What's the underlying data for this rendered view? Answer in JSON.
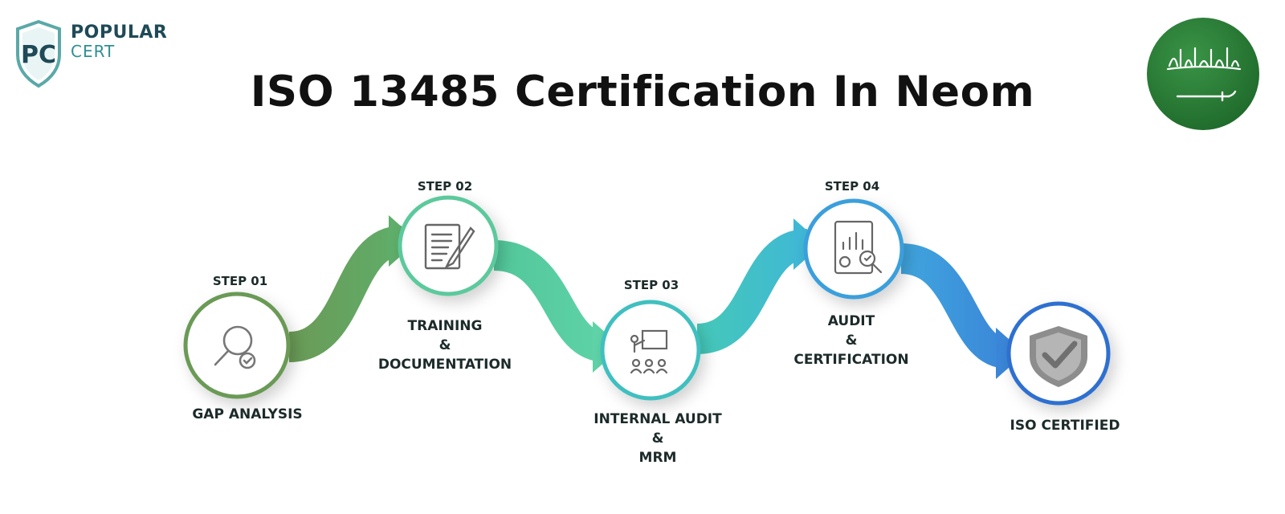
{
  "brand": {
    "line1": "POPULAR",
    "line2": "CERT",
    "monogram": "PC"
  },
  "title": "ISO 13485 Certification In Neom",
  "flag": {
    "country": "Saudi Arabia",
    "color": "#2e7d38"
  },
  "steps": [
    {
      "step": "STEP 01",
      "name1": "GAP ANALYSIS",
      "amp": "",
      "name2": "",
      "icon": "magnifier-check-icon",
      "color": "#6a9a56"
    },
    {
      "step": "STEP 02",
      "name1": "TRAINING",
      "amp": "&",
      "name2": "DOCUMENTATION",
      "icon": "document-pen-icon",
      "color": "#5cc99c"
    },
    {
      "step": "STEP 03",
      "name1": "INTERNAL AUDIT",
      "amp": "&",
      "name2": "MRM",
      "icon": "presentation-board-icon",
      "color": "#3fbfc0"
    },
    {
      "step": "STEP 04",
      "name1": "AUDIT",
      "amp": "&",
      "name2": "CERTIFICATION",
      "icon": "report-analysis-icon",
      "color": "#3a9fdc"
    },
    {
      "step": "",
      "name1": "ISO CERTIFIED",
      "amp": "",
      "name2": "",
      "icon": "shield-check-icon",
      "color": "#2f6fd0"
    }
  ]
}
